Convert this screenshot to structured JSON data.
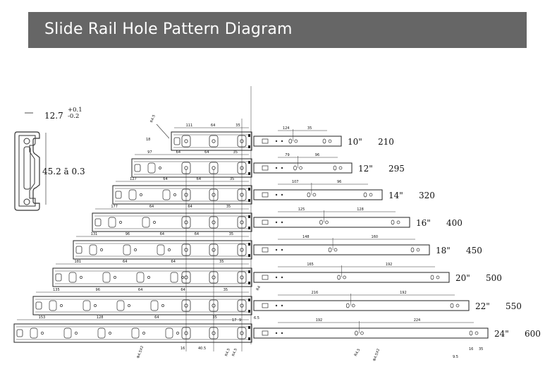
{
  "title": "Slide Rail Hole Pattern Diagram",
  "profile": {
    "width_label": "12.7",
    "tol_plus": "+0.1",
    "tol_minus": "-0.2",
    "height_label": "45.2 ā 0.3"
  },
  "rails": [
    {
      "size": "10\"",
      "length": "210",
      "inner_dims": [
        "111",
        "64",
        "35"
      ],
      "outer_dims": [
        "124",
        "35"
      ]
    },
    {
      "size": "12\"",
      "length": "295",
      "inner_dims": [
        "97",
        "64",
        "64",
        "35"
      ],
      "outer_dims": [
        "79",
        "96"
      ]
    },
    {
      "size": "14\"",
      "length": "320",
      "inner_dims": [
        "127",
        "64",
        "64",
        "35"
      ],
      "outer_dims": [
        "107",
        "96"
      ]
    },
    {
      "size": "16\"",
      "length": "400",
      "inner_dims": [
        "177",
        "64",
        "64",
        "35"
      ],
      "outer_dims": [
        "125",
        "128"
      ]
    },
    {
      "size": "18\"",
      "length": "450",
      "inner_dims": [
        "131",
        "96",
        "64",
        "64",
        "35"
      ],
      "outer_dims": [
        "148",
        "160"
      ]
    },
    {
      "size": "20\"",
      "length": "500",
      "inner_dims": [
        "181",
        "64",
        "64",
        "35"
      ],
      "outer_dims": [
        "165",
        "192"
      ]
    },
    {
      "size": "22\"",
      "length": "550",
      "inner_dims": [
        "135",
        "96",
        "64",
        "64",
        "35"
      ],
      "outer_dims": [
        "216",
        "192"
      ]
    },
    {
      "size": "24\"",
      "length": "600",
      "inner_dims": [
        "153",
        "128",
        "64",
        "35"
      ],
      "outer_dims": [
        "192",
        "224"
      ]
    }
  ],
  "extra_labels": {
    "top_left_angle": "R4.5",
    "side_height": "18",
    "slot_label": "6.5",
    "bottom_dims": [
      "16",
      "40.5",
      "17",
      "9",
      "6.5"
    ],
    "bottom_right_dims": [
      "9.5",
      "16",
      "35"
    ],
    "hole_labels": [
      "Φ4.5X2",
      "R4.5",
      "Φ4.5X2",
      "R4.5",
      "R4.5",
      "R4"
    ]
  }
}
